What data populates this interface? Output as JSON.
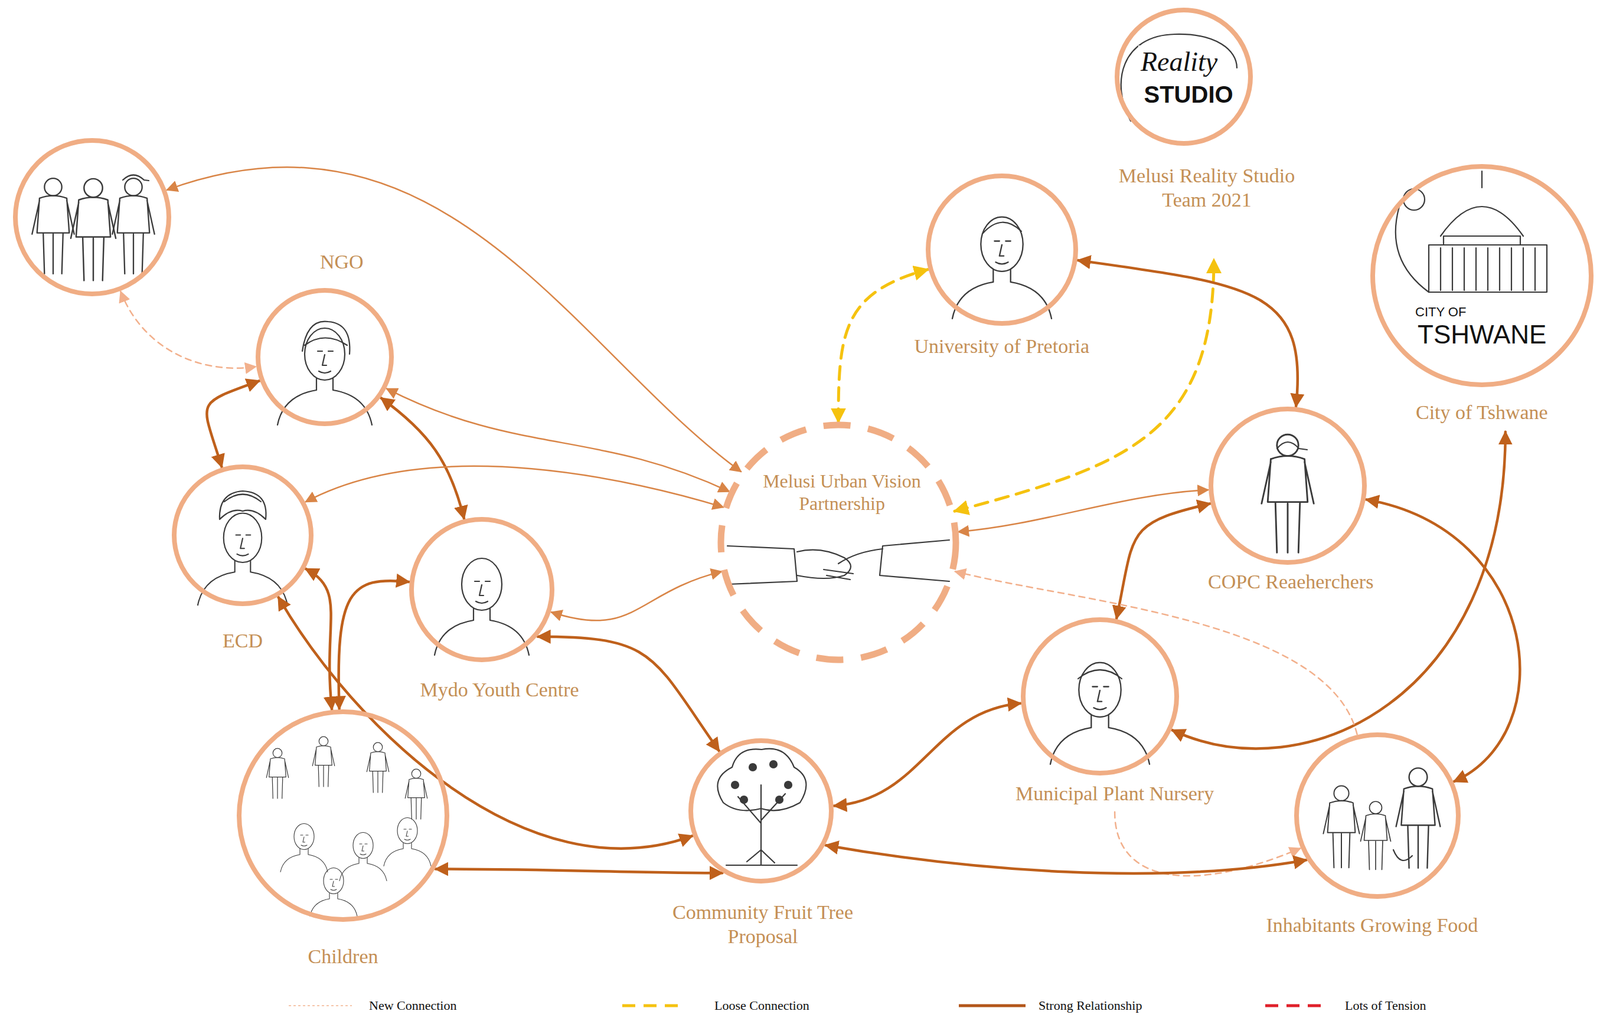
{
  "diagram": {
    "nodes": [
      {
        "text": [
          "Reality",
          "STUDIO",
          "Melusi Reality Studio Team 2021"
        ]
      },
      {
        "text": []
      },
      {
        "text": [
          "University of Pretoria"
        ]
      },
      {
        "text": [
          "CITY OF",
          "TSHWANE",
          "City of Tshwane"
        ]
      },
      {
        "text": [
          "NGO"
        ]
      },
      {
        "text": [
          "COPC Reaeherchers"
        ]
      },
      {
        "text": [
          "Melusi Urban Vision Partnership"
        ]
      },
      {
        "text": [
          "ECD"
        ]
      },
      {
        "text": [
          "Mydo Youth Centre"
        ]
      },
      {
        "text": [
          "Municipal Plant Nursery"
        ]
      },
      {
        "text": [
          "Children"
        ]
      },
      {
        "text": [
          "Community Fruit Tree Proposal"
        ]
      },
      {
        "text": [
          "Inhabitants Growing Food"
        ]
      }
    ],
    "edges": [
      {
        "from": 1,
        "to": 6,
        "arrow": "both"
      },
      {
        "from": 1,
        "to": 4,
        "arrow": "both"
      },
      {
        "from": 4,
        "to": 6,
        "arrow": "both"
      },
      {
        "from": 4,
        "to": 7,
        "arrow": "both"
      },
      {
        "from": 4,
        "to": 8,
        "arrow": "both"
      },
      {
        "from": 7,
        "to": 6,
        "arrow": "both"
      },
      {
        "from": 6,
        "to": 2,
        "arrow": "both"
      },
      {
        "from": 6,
        "to": 0,
        "arrow": "both"
      },
      {
        "from": 6,
        "to": 5,
        "arrow": "both"
      },
      {
        "from": 8,
        "to": 6,
        "arrow": "both"
      },
      {
        "from": 2,
        "to": 5,
        "arrow": "both"
      },
      {
        "from": 5,
        "to": 9,
        "arrow": "both"
      },
      {
        "from": 5,
        "to": 12,
        "arrow": "both"
      },
      {
        "from": 3,
        "to": 9,
        "arrow": "both"
      },
      {
        "from": 12,
        "to": 6,
        "arrow": "to"
      },
      {
        "from": 9,
        "to": 12,
        "arrow": "to"
      },
      {
        "from": 7,
        "to": 10,
        "arrow": "both"
      },
      {
        "from": 8,
        "to": 10,
        "arrow": "both"
      },
      {
        "from": 7,
        "to": 11,
        "arrow": "both"
      },
      {
        "from": 8,
        "to": 11,
        "arrow": "both"
      },
      {
        "from": 9,
        "to": 11,
        "arrow": "both"
      },
      {
        "from": 10,
        "to": 11,
        "arrow": "both"
      },
      {
        "from": 11,
        "to": 12,
        "arrow": "both"
      }
    ],
    "legend": [
      {
        "text": "New Connection"
      },
      {
        "text": "Loose Connection"
      },
      {
        "text": "Strong Relationship"
      },
      {
        "text": "Lots of Tension"
      }
    ]
  }
}
